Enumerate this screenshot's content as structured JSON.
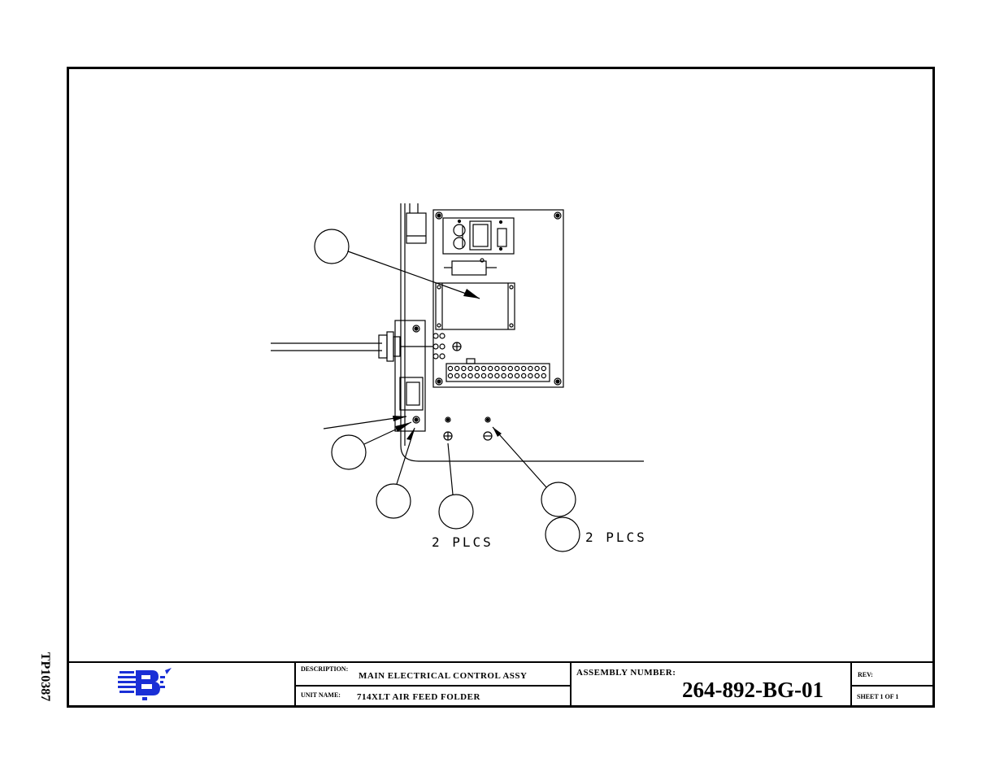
{
  "side_label": "TP10387",
  "title_block": {
    "description_label": "DESCRIPTION:",
    "description": "MAIN ELECTRICAL CONTROL ASSY",
    "unit_name_label": "UNIT NAME:",
    "unit_name": "714XLT AIR FEED FOLDER",
    "assembly_number_label": "ASSEMBLY NUMBER:",
    "assembly_number": "264-892-BG-01",
    "rev_label": "REV:",
    "sheet": "SHEET 1 OF 1"
  },
  "callouts": {
    "plcs_label_1": "2 PLCS",
    "plcs_label_2": "2 PLCS"
  },
  "colors": {
    "line": "#000000",
    "logo_blue": "#1a2fd6"
  }
}
